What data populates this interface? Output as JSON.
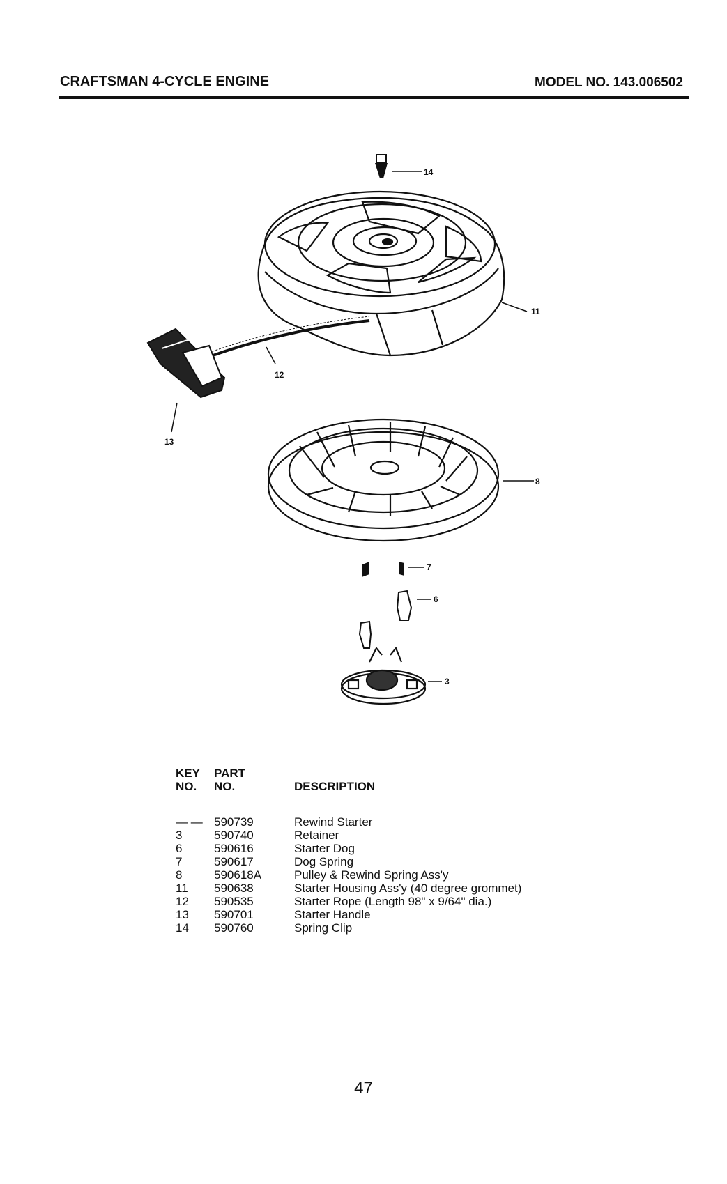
{
  "header": {
    "title": "CRAFTSMAN 4-CYCLE ENGINE",
    "model": "MODEL NO. 143.006502"
  },
  "diagram": {
    "callouts": [
      "14",
      "11",
      "12",
      "13",
      "8",
      "7",
      "6",
      "3"
    ]
  },
  "parts_list": {
    "col_key": [
      "KEY",
      "NO."
    ],
    "col_part": [
      "PART",
      "NO."
    ],
    "col_desc": "DESCRIPTION",
    "rows": [
      {
        "key": "— —",
        "part": "590739",
        "desc": "Rewind Starter"
      },
      {
        "key": "3",
        "part": "590740",
        "desc": "Retainer"
      },
      {
        "key": "6",
        "part": "590616",
        "desc": " Starter Dog"
      },
      {
        "key": "7",
        "part": "590617",
        "desc": "Dog Spring"
      },
      {
        "key": "8",
        "part": "590618A",
        "desc": "Pulley & Rewind Spring Ass'y"
      },
      {
        "key": "11",
        "part": "590638",
        "desc": "Starter Housing Ass'y (40 degree grommet)"
      },
      {
        "key": "12",
        "part": "590535",
        "desc": " Starter Rope (Length 98\" x 9/64\" dia.)"
      },
      {
        "key": "13",
        "part": "590701",
        "desc": "Starter Handle"
      },
      {
        "key": "14",
        "part": "590760",
        "desc": "Spring Clip"
      }
    ]
  },
  "page_number": "47"
}
